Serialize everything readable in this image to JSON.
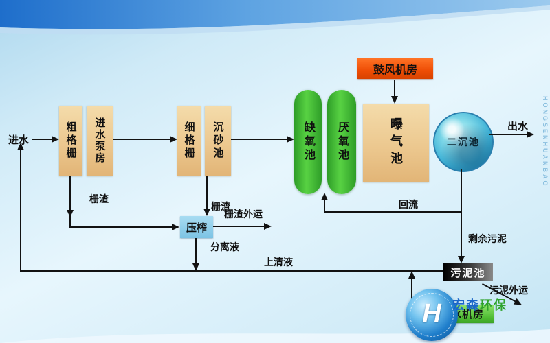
{
  "nodes": {
    "inlet": "进水",
    "coarse_screen": "粗格栅",
    "inlet_pump_house": "进水泵房",
    "fine_screen": "细格栅",
    "grit_chamber": "沉砂池",
    "anoxic_tank": "缺氧池",
    "anaerobic_tank": "厌氧池",
    "aeration_tank": "曝气池",
    "blower_room": "鼓风机房",
    "secondary_clarifier": "二沉池",
    "outlet": "出水",
    "press": "压榨",
    "sludge_tank": "污泥池",
    "dewatering_room": "脱水机房"
  },
  "flow_labels": {
    "screenings_coarse": "栅渣",
    "screenings_fine": "栅渣",
    "screenings_out": "栅渣外运",
    "separated_liquid": "分离液",
    "supernatant": "上清液",
    "return_flow": "回流",
    "excess_sludge": "剩余污泥",
    "sludge_out": "污泥外运"
  },
  "logo": {
    "name_part1": "宏森",
    "name_part2": "环保",
    "watermark": "HONGSENHUANBAO",
    "monogram": "H"
  },
  "colors": {
    "tan_box": "#ecca92",
    "green_capsule": "#3fba35",
    "blower_orange": "#ee4d05",
    "press_blue": "#8fd0ec",
    "sludge_dark": "#2b2b2b",
    "dewater_green": "#4fbc33",
    "banner_blue": "#2f7fd6",
    "logo_blue": "#1b66c9",
    "logo_green": "#2fa32b"
  }
}
